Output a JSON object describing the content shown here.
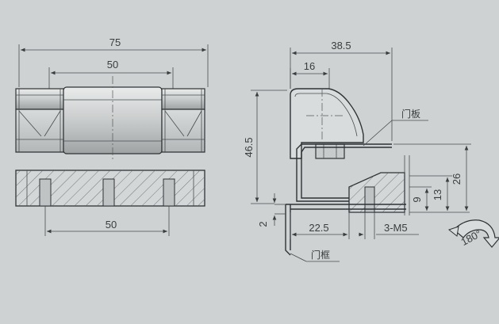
{
  "front_view": {
    "overall_width": "75",
    "hinge_width": "50",
    "bottom_width": "50"
  },
  "side_view": {
    "top_width": "38.5",
    "inner_width": "16",
    "height": "46.5",
    "door_panel_label": "门板",
    "door_frame_label": "门框",
    "thickness": "2",
    "offset": "22.5",
    "thread": "3-M5",
    "dim_9": "9",
    "dim_13": "13",
    "dim_26": "26",
    "rotation": "180°"
  }
}
